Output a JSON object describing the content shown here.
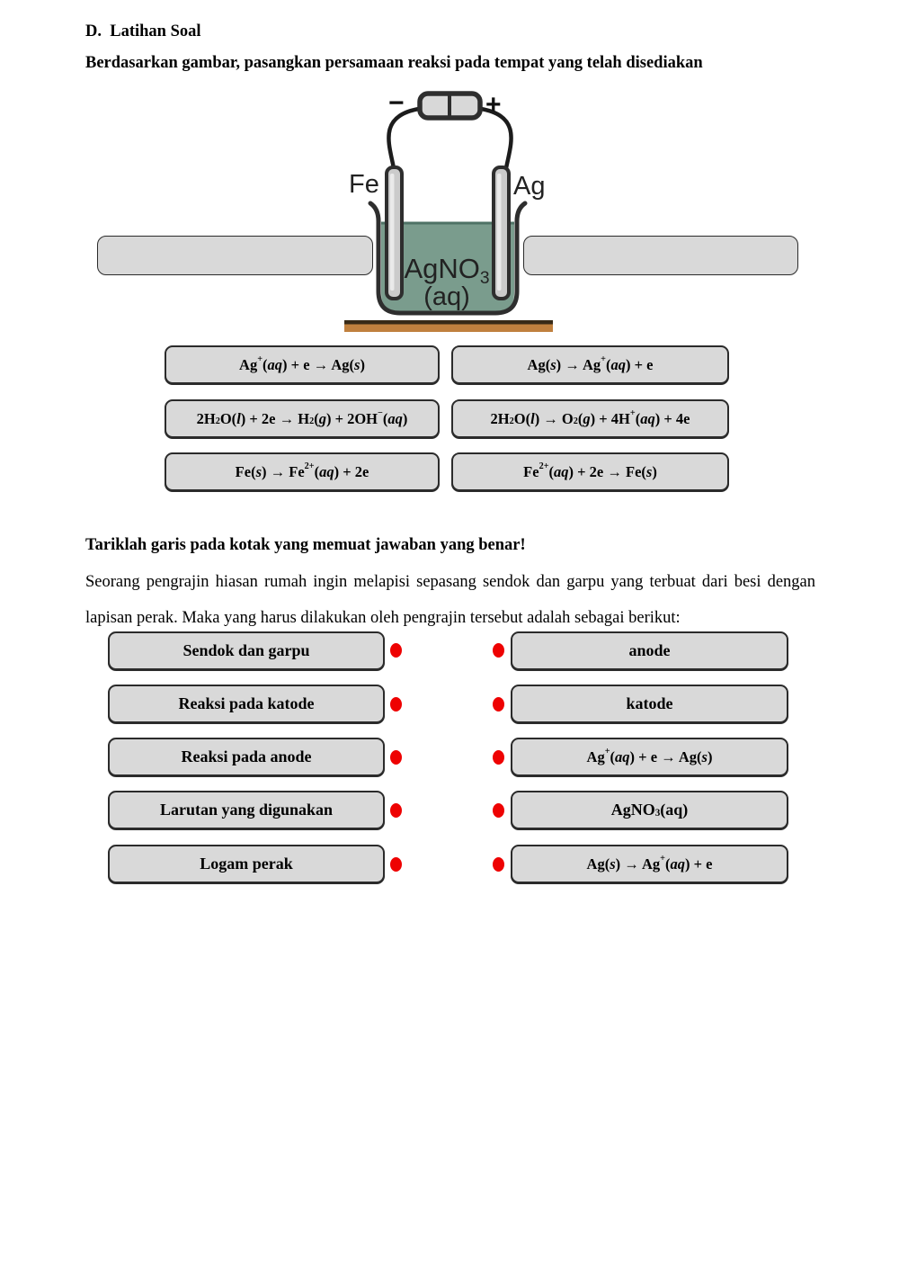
{
  "colors": {
    "paper": "#ffffff",
    "box-fill": "#d9d9d9",
    "box-border": "#2b2b2b",
    "outline": "#2e2e2e",
    "wire": "#1c1c1c",
    "solution": "#7a9c8d",
    "solution-edge": "#4e7265",
    "electrode": "#cbcbcb",
    "electrode-hi": "#eaeaea",
    "battery-fill": "#d8d8d8",
    "table-body": "#c0803e",
    "table-edge": "#382a17",
    "dot": "#ee0202"
  },
  "header": {
    "section_title": "D.  Latihan Soal",
    "instruction_drag": "Berdasarkan gambar, pasangkan persamaan reaksi pada tempat yang telah disediakan"
  },
  "diagram": {
    "battery_negative": "−",
    "battery_positive": "+",
    "left_electrode_label": "Fe",
    "right_electrode_label": "Ag",
    "solution_formula": "AgNO",
    "solution_formula_sub": "3",
    "solution_state": "(aq)"
  },
  "equation_bank": [
    {
      "left": [
        {
          "t": "Ag"
        },
        {
          "t": "+",
          "sup": true
        },
        {
          "t": "("
        },
        {
          "t": "aq",
          "i": true
        },
        {
          "t": ") + e → Ag("
        },
        {
          "t": "s",
          "i": true
        },
        {
          "t": ")"
        }
      ],
      "right": [
        {
          "t": "Ag("
        },
        {
          "t": "s",
          "i": true
        },
        {
          "t": ") → Ag"
        },
        {
          "t": "+",
          "sup": true
        },
        {
          "t": "("
        },
        {
          "t": "aq",
          "i": true
        },
        {
          "t": ") + e"
        }
      ]
    },
    {
      "left": [
        {
          "t": "2H"
        },
        {
          "t": "2",
          "sub": true
        },
        {
          "t": "O("
        },
        {
          "t": "l",
          "i": true
        },
        {
          "t": ") + 2e → H"
        },
        {
          "t": "2",
          "sub": true
        },
        {
          "t": "("
        },
        {
          "t": "g",
          "i": true
        },
        {
          "t": ") + 2OH"
        },
        {
          "t": "−",
          "sup": true
        },
        {
          "t": "("
        },
        {
          "t": "aq",
          "i": true
        },
        {
          "t": ")"
        }
      ],
      "right": [
        {
          "t": "2H"
        },
        {
          "t": "2",
          "sub": true
        },
        {
          "t": "O("
        },
        {
          "t": "l",
          "i": true
        },
        {
          "t": ") → O"
        },
        {
          "t": "2",
          "sub": true
        },
        {
          "t": "("
        },
        {
          "t": "g",
          "i": true
        },
        {
          "t": ") + 4H"
        },
        {
          "t": "+",
          "sup": true
        },
        {
          "t": "("
        },
        {
          "t": "aq",
          "i": true
        },
        {
          "t": ") + 4e"
        }
      ]
    },
    {
      "left": [
        {
          "t": "Fe("
        },
        {
          "t": "s",
          "i": true
        },
        {
          "t": ") → Fe"
        },
        {
          "t": "2+",
          "sup": true
        },
        {
          "t": "("
        },
        {
          "t": "aq",
          "i": true
        },
        {
          "t": ") + 2e"
        }
      ],
      "right": [
        {
          "t": "Fe"
        },
        {
          "t": "2+",
          "sup": true
        },
        {
          "t": "("
        },
        {
          "t": "aq",
          "i": true
        },
        {
          "t": ") + 2e → Fe("
        },
        {
          "t": "s",
          "i": true
        },
        {
          "t": ")"
        }
      ]
    }
  ],
  "matching_section": {
    "instruction": "Tariklah garis pada kotak yang memuat jawaban yang benar!",
    "paragraph": "Seorang pengrajin hiasan rumah ingin melapisi sepasang sendok dan garpu yang terbuat dari besi dengan lapisan perak. Maka yang harus dilakukan oleh pengrajin tersebut adalah sebagai berikut:"
  },
  "matching": {
    "rows": [
      {
        "left": "Sendok dan garpu",
        "right": [
          {
            "t": "anode"
          }
        ]
      },
      {
        "left": "Reaksi pada katode",
        "right": [
          {
            "t": "katode"
          }
        ]
      },
      {
        "left": "Reaksi pada anode",
        "right": [
          {
            "t": "Ag"
          },
          {
            "t": "+",
            "sup": true
          },
          {
            "t": "("
          },
          {
            "t": "aq",
            "i": true
          },
          {
            "t": ") + e → Ag("
          },
          {
            "t": "s",
            "i": true
          },
          {
            "t": ")"
          }
        ]
      },
      {
        "left": "Larutan yang digunakan",
        "right": [
          {
            "t": "AgNO"
          },
          {
            "t": "3",
            "sub": true
          },
          {
            "t": "(aq)"
          }
        ]
      },
      {
        "left": "Logam perak",
        "right": [
          {
            "t": "Ag("
          },
          {
            "t": "s",
            "i": true
          },
          {
            "t": ") → Ag"
          },
          {
            "t": "+",
            "sup": true
          },
          {
            "t": "("
          },
          {
            "t": "aq",
            "i": true
          },
          {
            "t": ") + e"
          }
        ]
      }
    ]
  }
}
